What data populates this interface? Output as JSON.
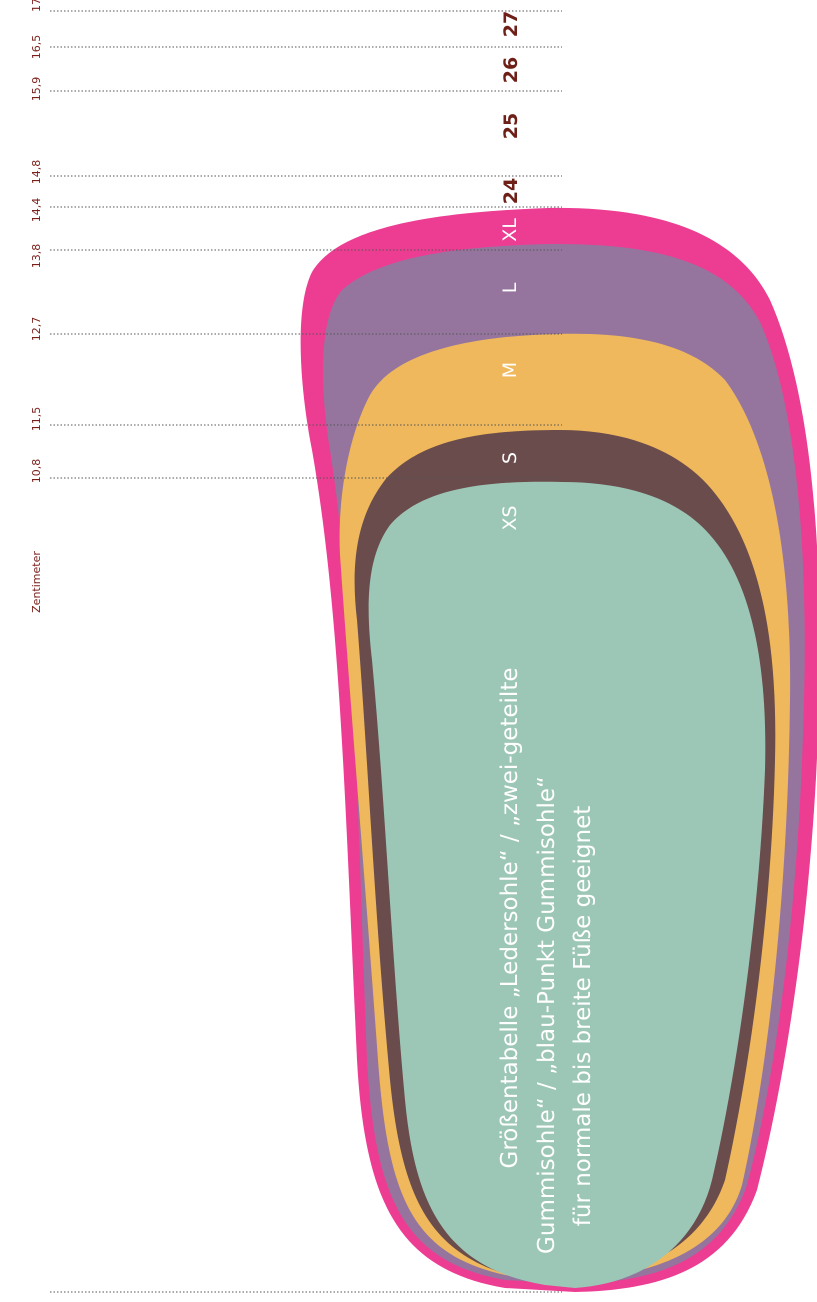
{
  "unit_label": "Zentimeter",
  "title_lines": [
    "Größentabelle „Ledersohle“ / „zwei-geteilte",
    "Gummisohle“ / „blau-Punkt Gummisohle“",
    "für normale bis breite Füße geeignet"
  ],
  "measurements_cm": [
    "10,8",
    "11,5",
    "12,7",
    "13,8",
    "14,4",
    "14,8",
    "15,9",
    "16,5",
    "17"
  ],
  "size_labels": [
    "XS",
    "S",
    "M",
    "L",
    "XL"
  ],
  "eu_sizes": [
    "24",
    "25",
    "26",
    "27"
  ],
  "colors": {
    "XS": "#9cc7b6",
    "S": "#6a4c4c",
    "M": "#efb85c",
    "L": "#95759e",
    "XL": "#ec3d93",
    "labels_cm": "#7a1f1a",
    "labels_eu": "#6e2018"
  }
}
